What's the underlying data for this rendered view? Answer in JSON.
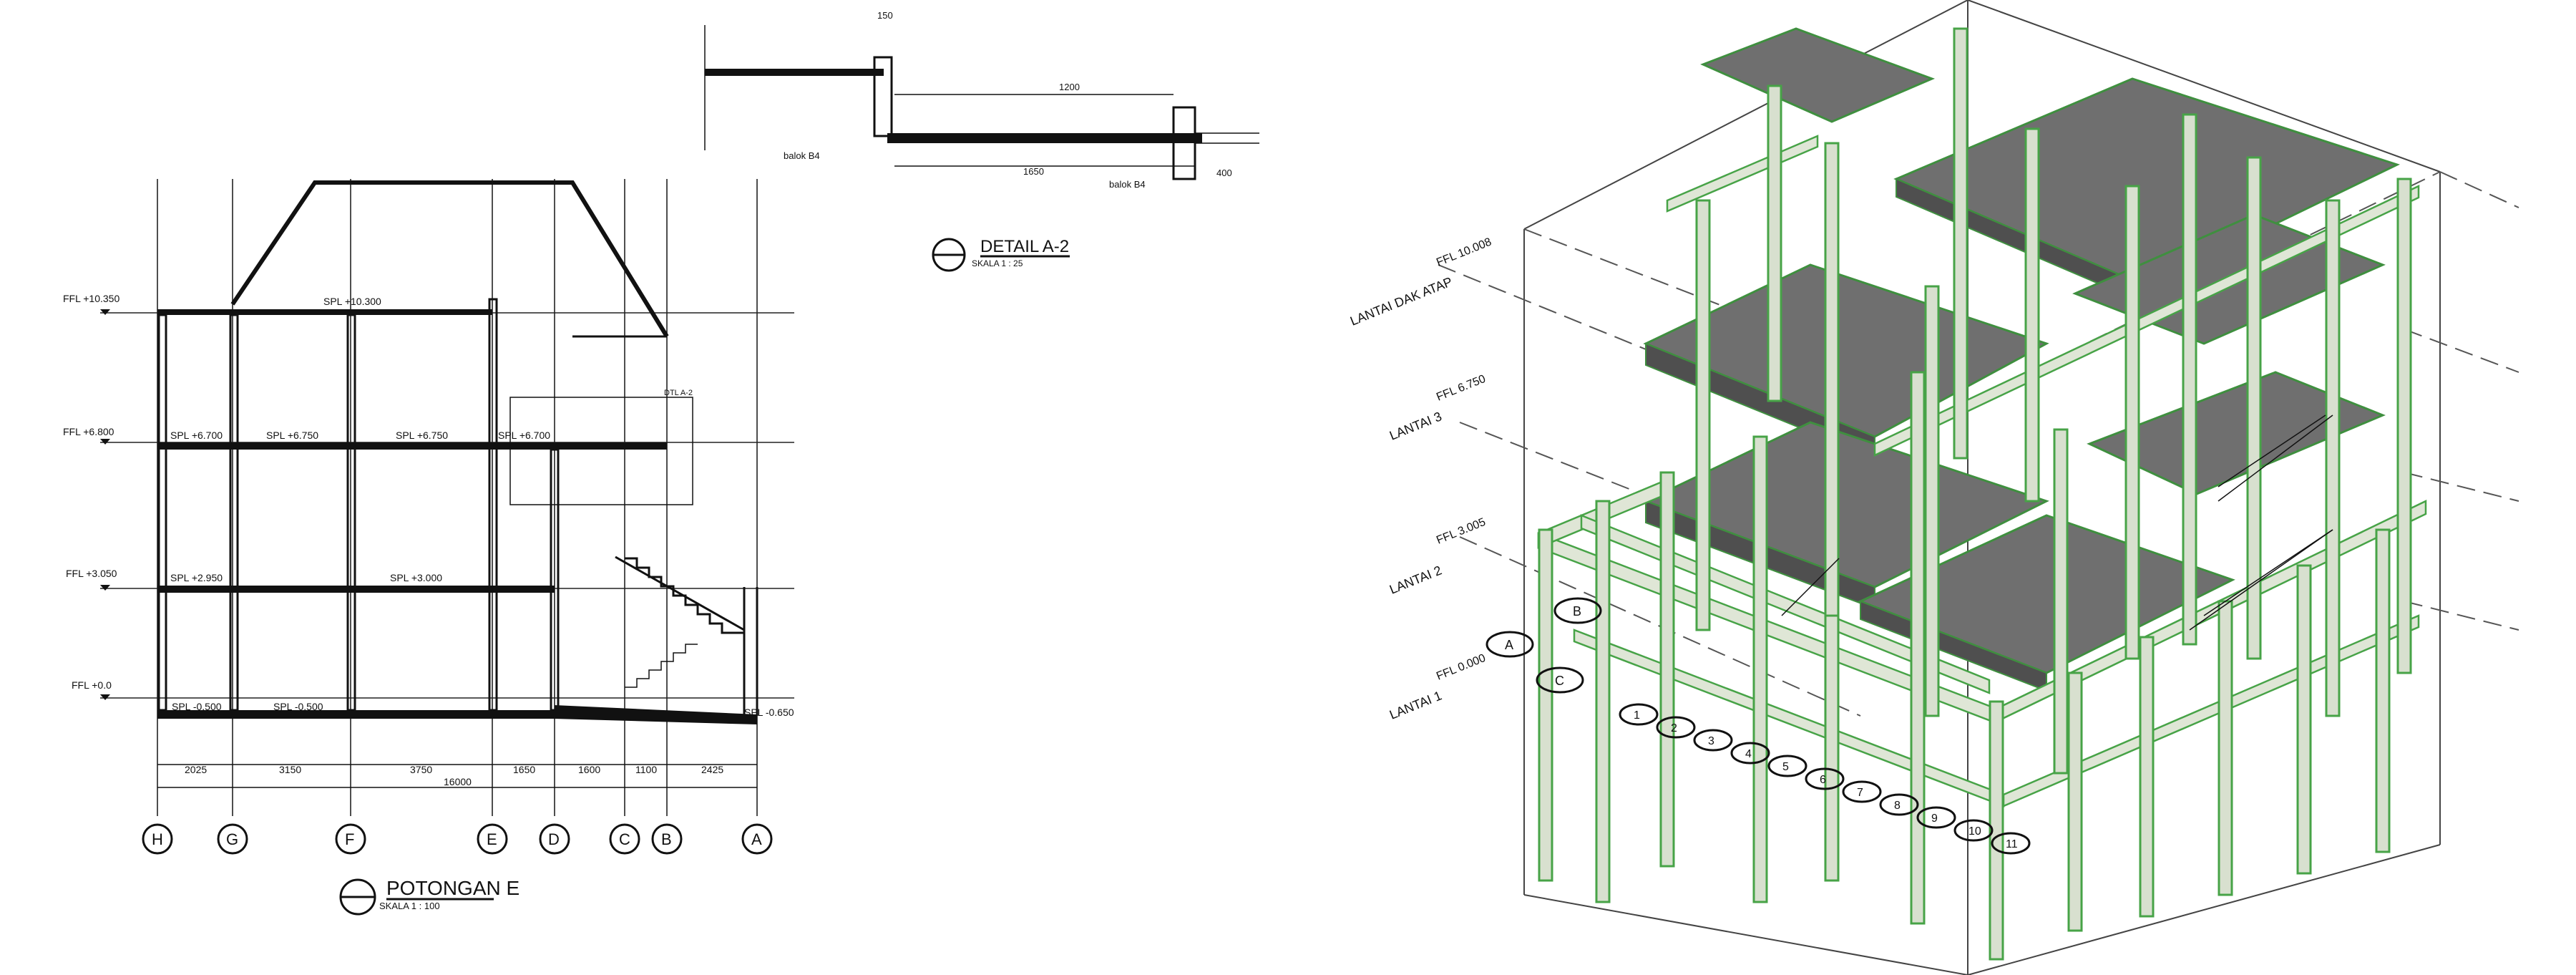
{
  "section": {
    "title": "POTONGAN E",
    "scale": "SKALA 1 : 100",
    "total_dimension": "16000",
    "spans": [
      "2025",
      "3150",
      "3750",
      "1650",
      "1600",
      "1100",
      "2425"
    ],
    "grid_lines": [
      "H",
      "G",
      "F",
      "E",
      "D",
      "C",
      "B",
      "A"
    ],
    "ffl_levels": [
      "FFL +10.350",
      "FFL +6.800",
      "FFL +3.050",
      "FFL +0.0"
    ],
    "spl_roof": "SPL +10.300",
    "spl_level3": [
      "SPL +6.700",
      "SPL +6.750",
      "SPL +6.750",
      "SPL +6.700"
    ],
    "spl_level2": [
      "SPL +2.950",
      "SPL +3.000"
    ],
    "spl_ground": [
      "SPL -0.500",
      "SPL -0.500",
      "SPL -0.650"
    ],
    "detail_marker": "DTL A-2"
  },
  "detail": {
    "title": "DETAIL A-2",
    "scale": "SKALA 1 : 25",
    "beam_label_1": "balok B4",
    "beam_label_2": "balok B4",
    "dim_top": "1200",
    "dim_bottom": "1650",
    "dim_right": "400",
    "dim_150": "150"
  },
  "model3d": {
    "levels": [
      "LANTAI DAK ATAP",
      "LANTAI 3",
      "LANTAI 2",
      "LANTAI 1"
    ],
    "ffl": [
      "FFL 10.008",
      "FFL 6.750",
      "FFL 3.005",
      "FFL 0.000"
    ],
    "grid_letters": [
      "A",
      "B",
      "C"
    ],
    "grid_numbers": [
      "1",
      "2",
      "3",
      "4",
      "5",
      "6",
      "7",
      "8",
      "9",
      "10",
      "11"
    ],
    "colors": {
      "column_fill": "#d8e0cf",
      "column_edge": "#47a347",
      "slab": "#6f6f6f"
    }
  }
}
